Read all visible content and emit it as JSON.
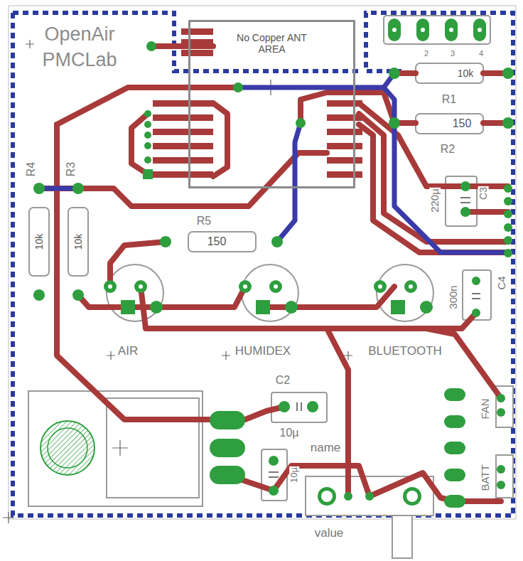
{
  "diagram": {
    "nodes": [
      {
        "text": [
          "No Copper ANT AREA"
        ]
      }
    ],
    "labels": [
      "OpenAir",
      "PMCLab",
      "2",
      "3",
      "4",
      "10k",
      "R1",
      "150",
      "R2",
      "R4",
      "R3",
      "10k",
      "10k",
      "220µ",
      "C3",
      "R5",
      "150",
      "300n",
      "C4",
      "AIR",
      "HUMIDEX",
      "BLUETOOTH",
      "C2",
      "10µ",
      "name",
      "FAN",
      "10µ",
      "BATT",
      "value"
    ]
  }
}
